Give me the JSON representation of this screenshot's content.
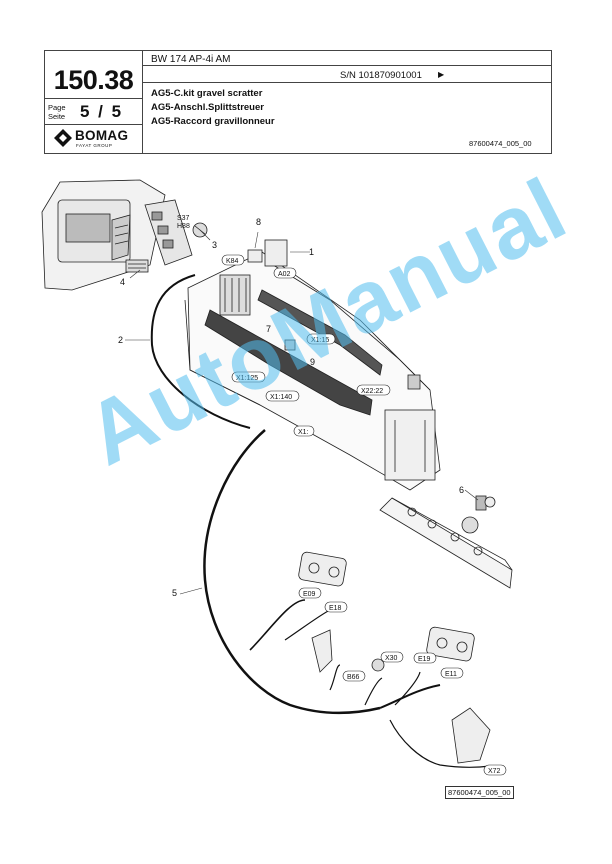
{
  "header": {
    "page_number": "150.38",
    "page_label_de": "Page",
    "page_label_en": "Seite",
    "page_fraction": "5 / 5",
    "logo_text": "BOMAG",
    "logo_sub": "FAYAT GROUP",
    "model": "BW 174 AP-4i AM",
    "serial": "S/N 101870901001",
    "serial_arrow": "▶",
    "titles": [
      "AG5-C.kit gravel scratter",
      "AG5-Anschl.Splittstreuer",
      "AG5-Raccord gravillonneur"
    ],
    "doc_number": "87600474_005_00"
  },
  "drawing": {
    "callouts": [
      "1",
      "2",
      "3",
      "4",
      "5",
      "6",
      "7",
      "8",
      "9"
    ],
    "labels": [
      "S37",
      "H88",
      "K84",
      "A02",
      "X1:15",
      "X1:125",
      "X1:140",
      "X22:22",
      "X1:",
      "E09",
      "E18",
      "B66",
      "X30",
      "E19",
      "E11",
      "X72"
    ],
    "figure_ref": "87600474_005_00"
  },
  "watermark": "AutoManual"
}
